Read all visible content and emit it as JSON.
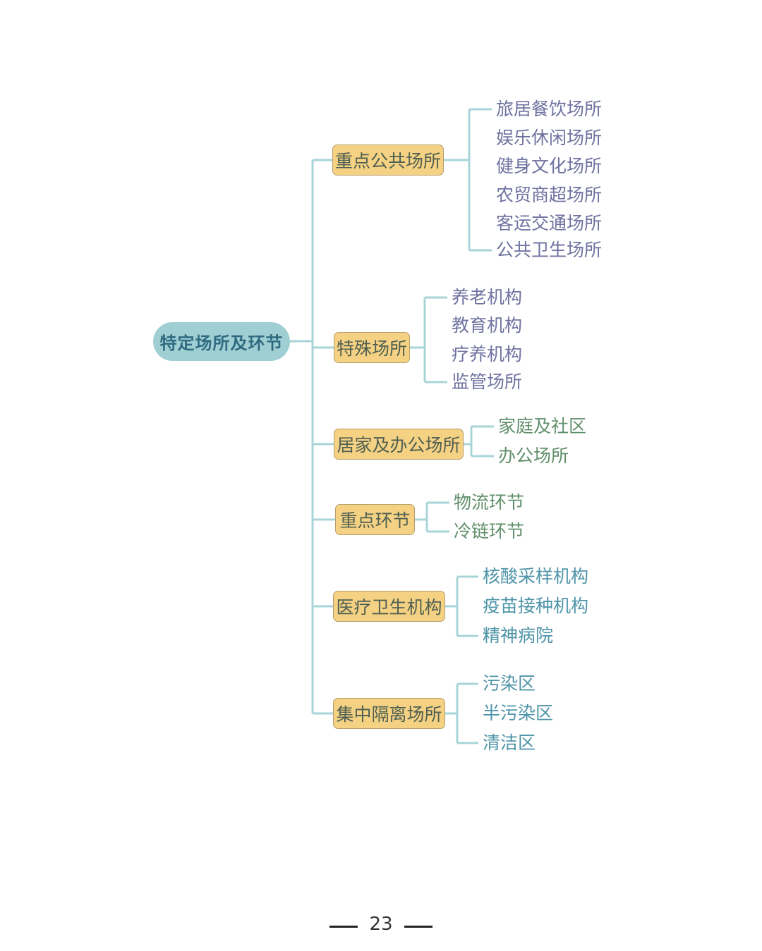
{
  "root": {
    "label": "特定场所及环节"
  },
  "branches": [
    {
      "label": "重点公共场所",
      "leaves": [
        "旅居餐饮场所",
        "娱乐休闲场所",
        "健身文化场所",
        "农贸商超场所",
        "客运交通场所",
        "公共卫生场所"
      ],
      "leaf_color": "#6f72a0"
    },
    {
      "label": "特殊场所",
      "leaves": [
        "养老机构",
        "教育机构",
        "疗养机构",
        "监管场所"
      ],
      "leaf_color": "#6f72a0"
    },
    {
      "label": "居家及办公场所",
      "leaves": [
        "家庭及社区",
        "办公场所"
      ],
      "leaf_color": "#5f8f6a"
    },
    {
      "label": "重点环节",
      "leaves": [
        "物流环节",
        "冷链环节"
      ],
      "leaf_color": "#5f8f6a"
    },
    {
      "label": "医疗卫生机构",
      "leaves": [
        "核酸采样机构",
        "疫苗接种机构",
        "精神病院"
      ],
      "leaf_color": "#4e94a8"
    },
    {
      "label": "集中隔离场所",
      "leaves": [
        "污染区",
        "半污染区",
        "清洁区"
      ],
      "leaf_color": "#4e94a8"
    }
  ],
  "colors": {
    "line": "#a8d4d8",
    "branch_fill": "#f5d283",
    "root_fill": "#9fcfd3"
  },
  "footer": {
    "page_number": "23"
  }
}
